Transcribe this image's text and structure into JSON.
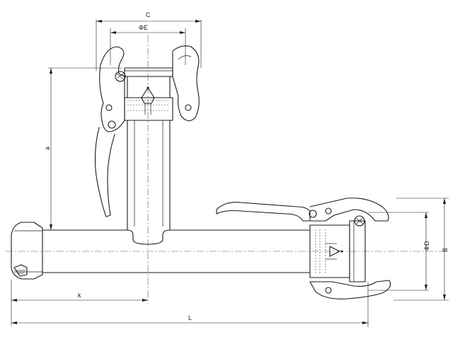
{
  "dimensions": {
    "c_label": "C",
    "e_label": "ΦE",
    "a_label": "a",
    "k_label": "k",
    "l_label": "L",
    "d_label": "ΦD",
    "b_label": "B"
  },
  "colors": {
    "line": "#1a1a1a",
    "background": "#ffffff"
  }
}
